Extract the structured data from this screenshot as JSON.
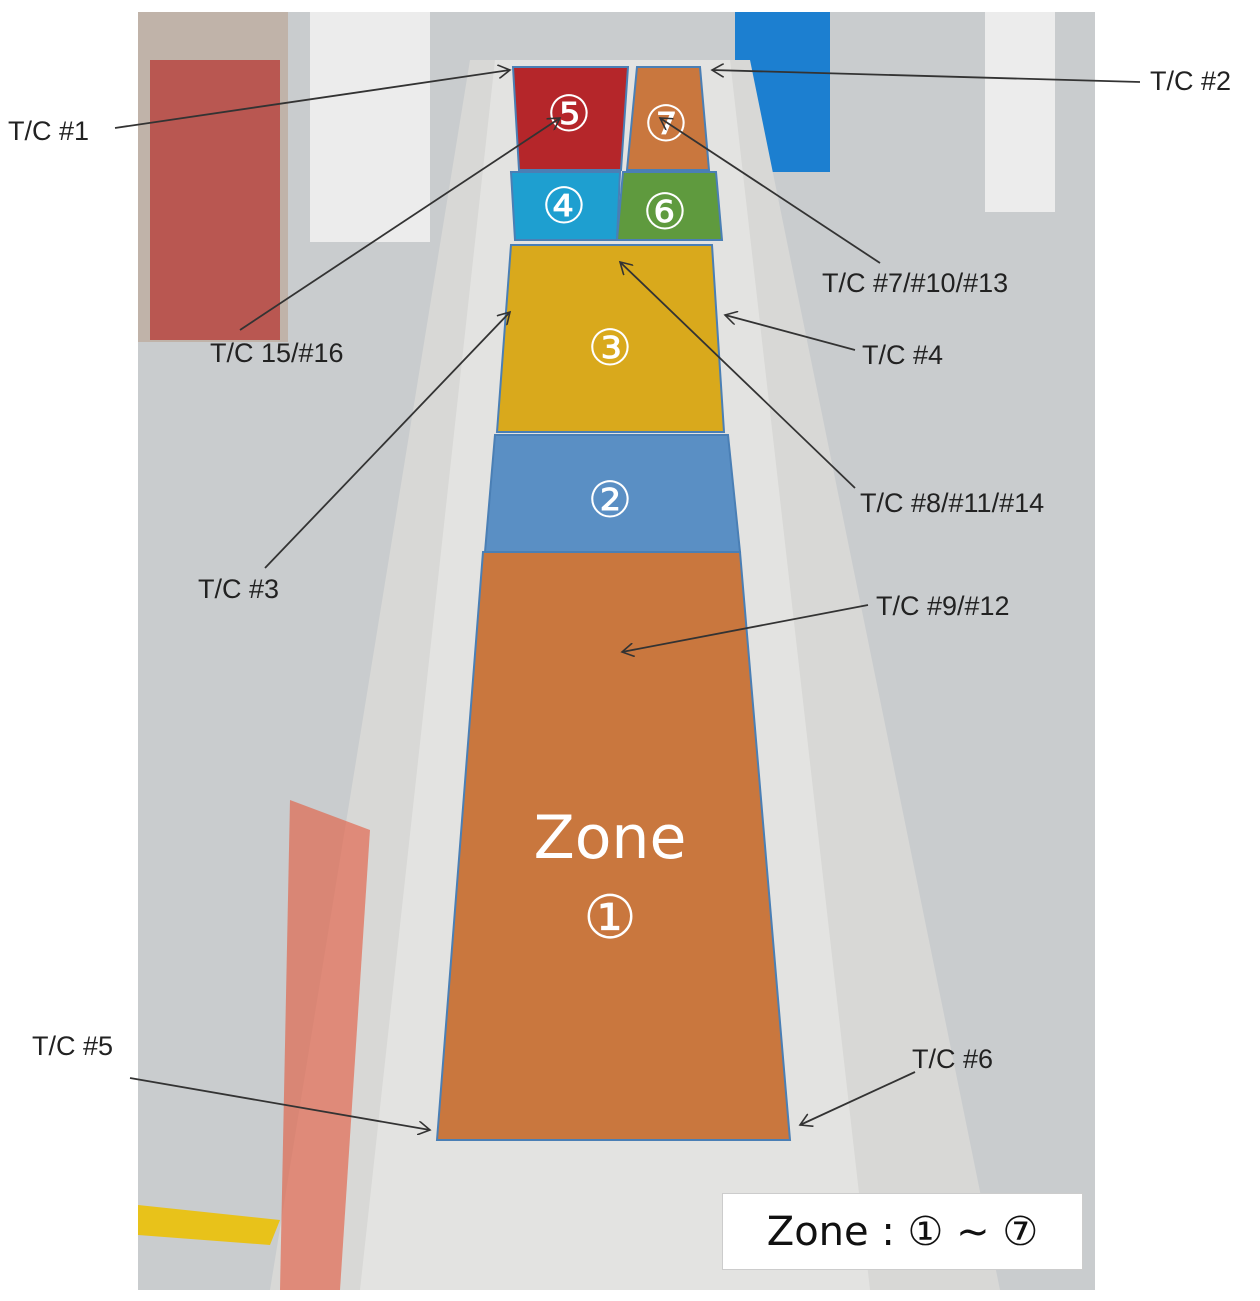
{
  "zones": [
    {
      "id": "1",
      "label": "①",
      "title": "Zone",
      "color": "#c9773e"
    },
    {
      "id": "2",
      "label": "②",
      "color": "#5a8fc4"
    },
    {
      "id": "3",
      "label": "③",
      "color": "#d9a91c"
    },
    {
      "id": "4",
      "label": "④",
      "color": "#1e9fd0"
    },
    {
      "id": "5",
      "label": "⑤",
      "color": "#b5262a"
    },
    {
      "id": "6",
      "label": "⑥",
      "color": "#5f9a3e"
    },
    {
      "id": "7",
      "label": "⑦",
      "color": "#c9773e"
    }
  ],
  "thermocouples": {
    "tc1": "T/C #1",
    "tc2": "T/C #2",
    "tc3": "T/C #3",
    "tc4": "T/C #4",
    "tc5": "T/C #5",
    "tc6": "T/C #6",
    "tc7_10_13": "T/C #7/#10/#13",
    "tc8_11_14": "T/C #8/#11/#14",
    "tc9_12": "T/C #9/#12",
    "tc15_16": "T/C 15/#16"
  },
  "legend": {
    "text": "Zone : ① ~ ⑦"
  }
}
